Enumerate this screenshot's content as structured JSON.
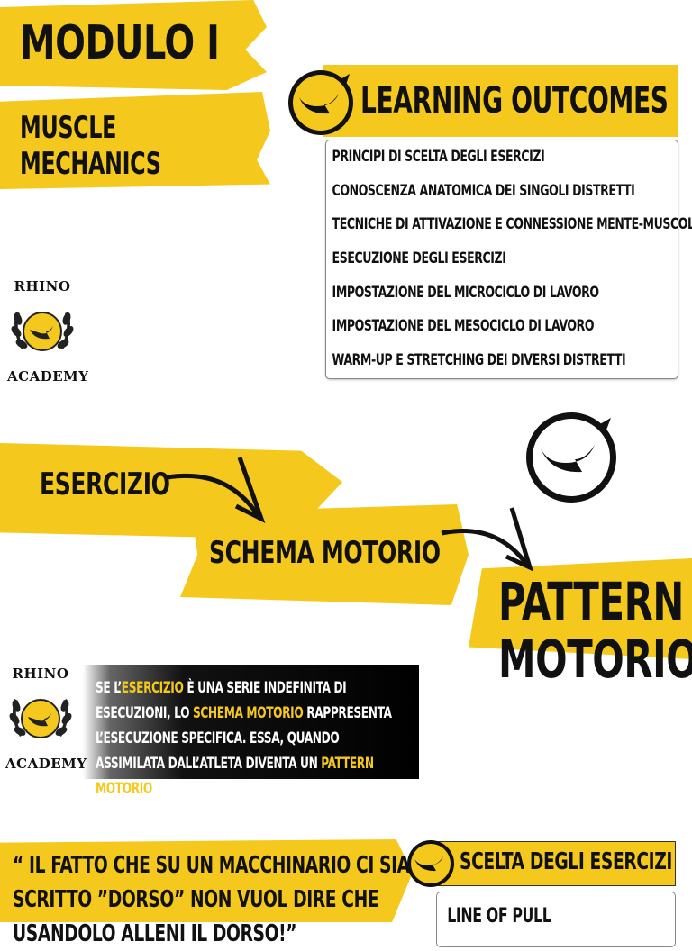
{
  "module": {
    "title": "MODULO I",
    "subtitle": "MUSCLE\nMECHANICS"
  },
  "logo": {
    "top_text": "RHINO",
    "bottom_text": "ACADEMY"
  },
  "learning_outcomes": {
    "title": "LEARNING OUTCOMES",
    "items": [
      "PRINCIPI DI SCELTA DEGLI ESERCIZI",
      "CONOSCENZA ANATOMICA DEI SINGOLI DISTRETTI",
      "TECNICHE DI ATTIVAZIONE E CONNESSIONE MENTE-MUSCOLO",
      "ESECUZIONE DEGLI ESERCIZI",
      "IMPOSTAZIONE DEL MICROCICLO DI LAVORO",
      "IMPOSTAZIONE DEL MESOCICLO DI LAVORO",
      "WARM-UP E STRETCHING DEI DIVERSI DISTRETTI"
    ]
  },
  "flow": {
    "step1": "ESERCIZIO",
    "step2": "SCHEMA MOTORIO",
    "step3": "PATTERN\nMOTORIO"
  },
  "definition": {
    "p1": "SE L’",
    "h1": "ESERCIZIO",
    "p2": " È UNA SERIE INDEFINITA DI ESECUZIONI, LO ",
    "h2": "SCHEMA MOTORIO",
    "p3": " RAPPRESENTA L’ESECUZIONE SPECIFICA. ESSA, QUANDO ASSIMILATA DALL’ATLETA DIVENTA UN ",
    "h3": "PATTERN MOTORIO",
    "p4": "."
  },
  "quote": {
    "line1": "“ IL FATTO CHE SU UN MACCHINARIO CI SIA",
    "line2": "SCRITTO ”DORSO” NON VUOL DIRE CHE",
    "line3": "USANDOLO ALLENI IL DORSO!”"
  },
  "scelta": {
    "title": "SCELTA DEGLI ESERCIZI",
    "item1": "LINE OF PULL"
  },
  "colors": {
    "accent": "#f4c81c",
    "text": "#111111"
  }
}
